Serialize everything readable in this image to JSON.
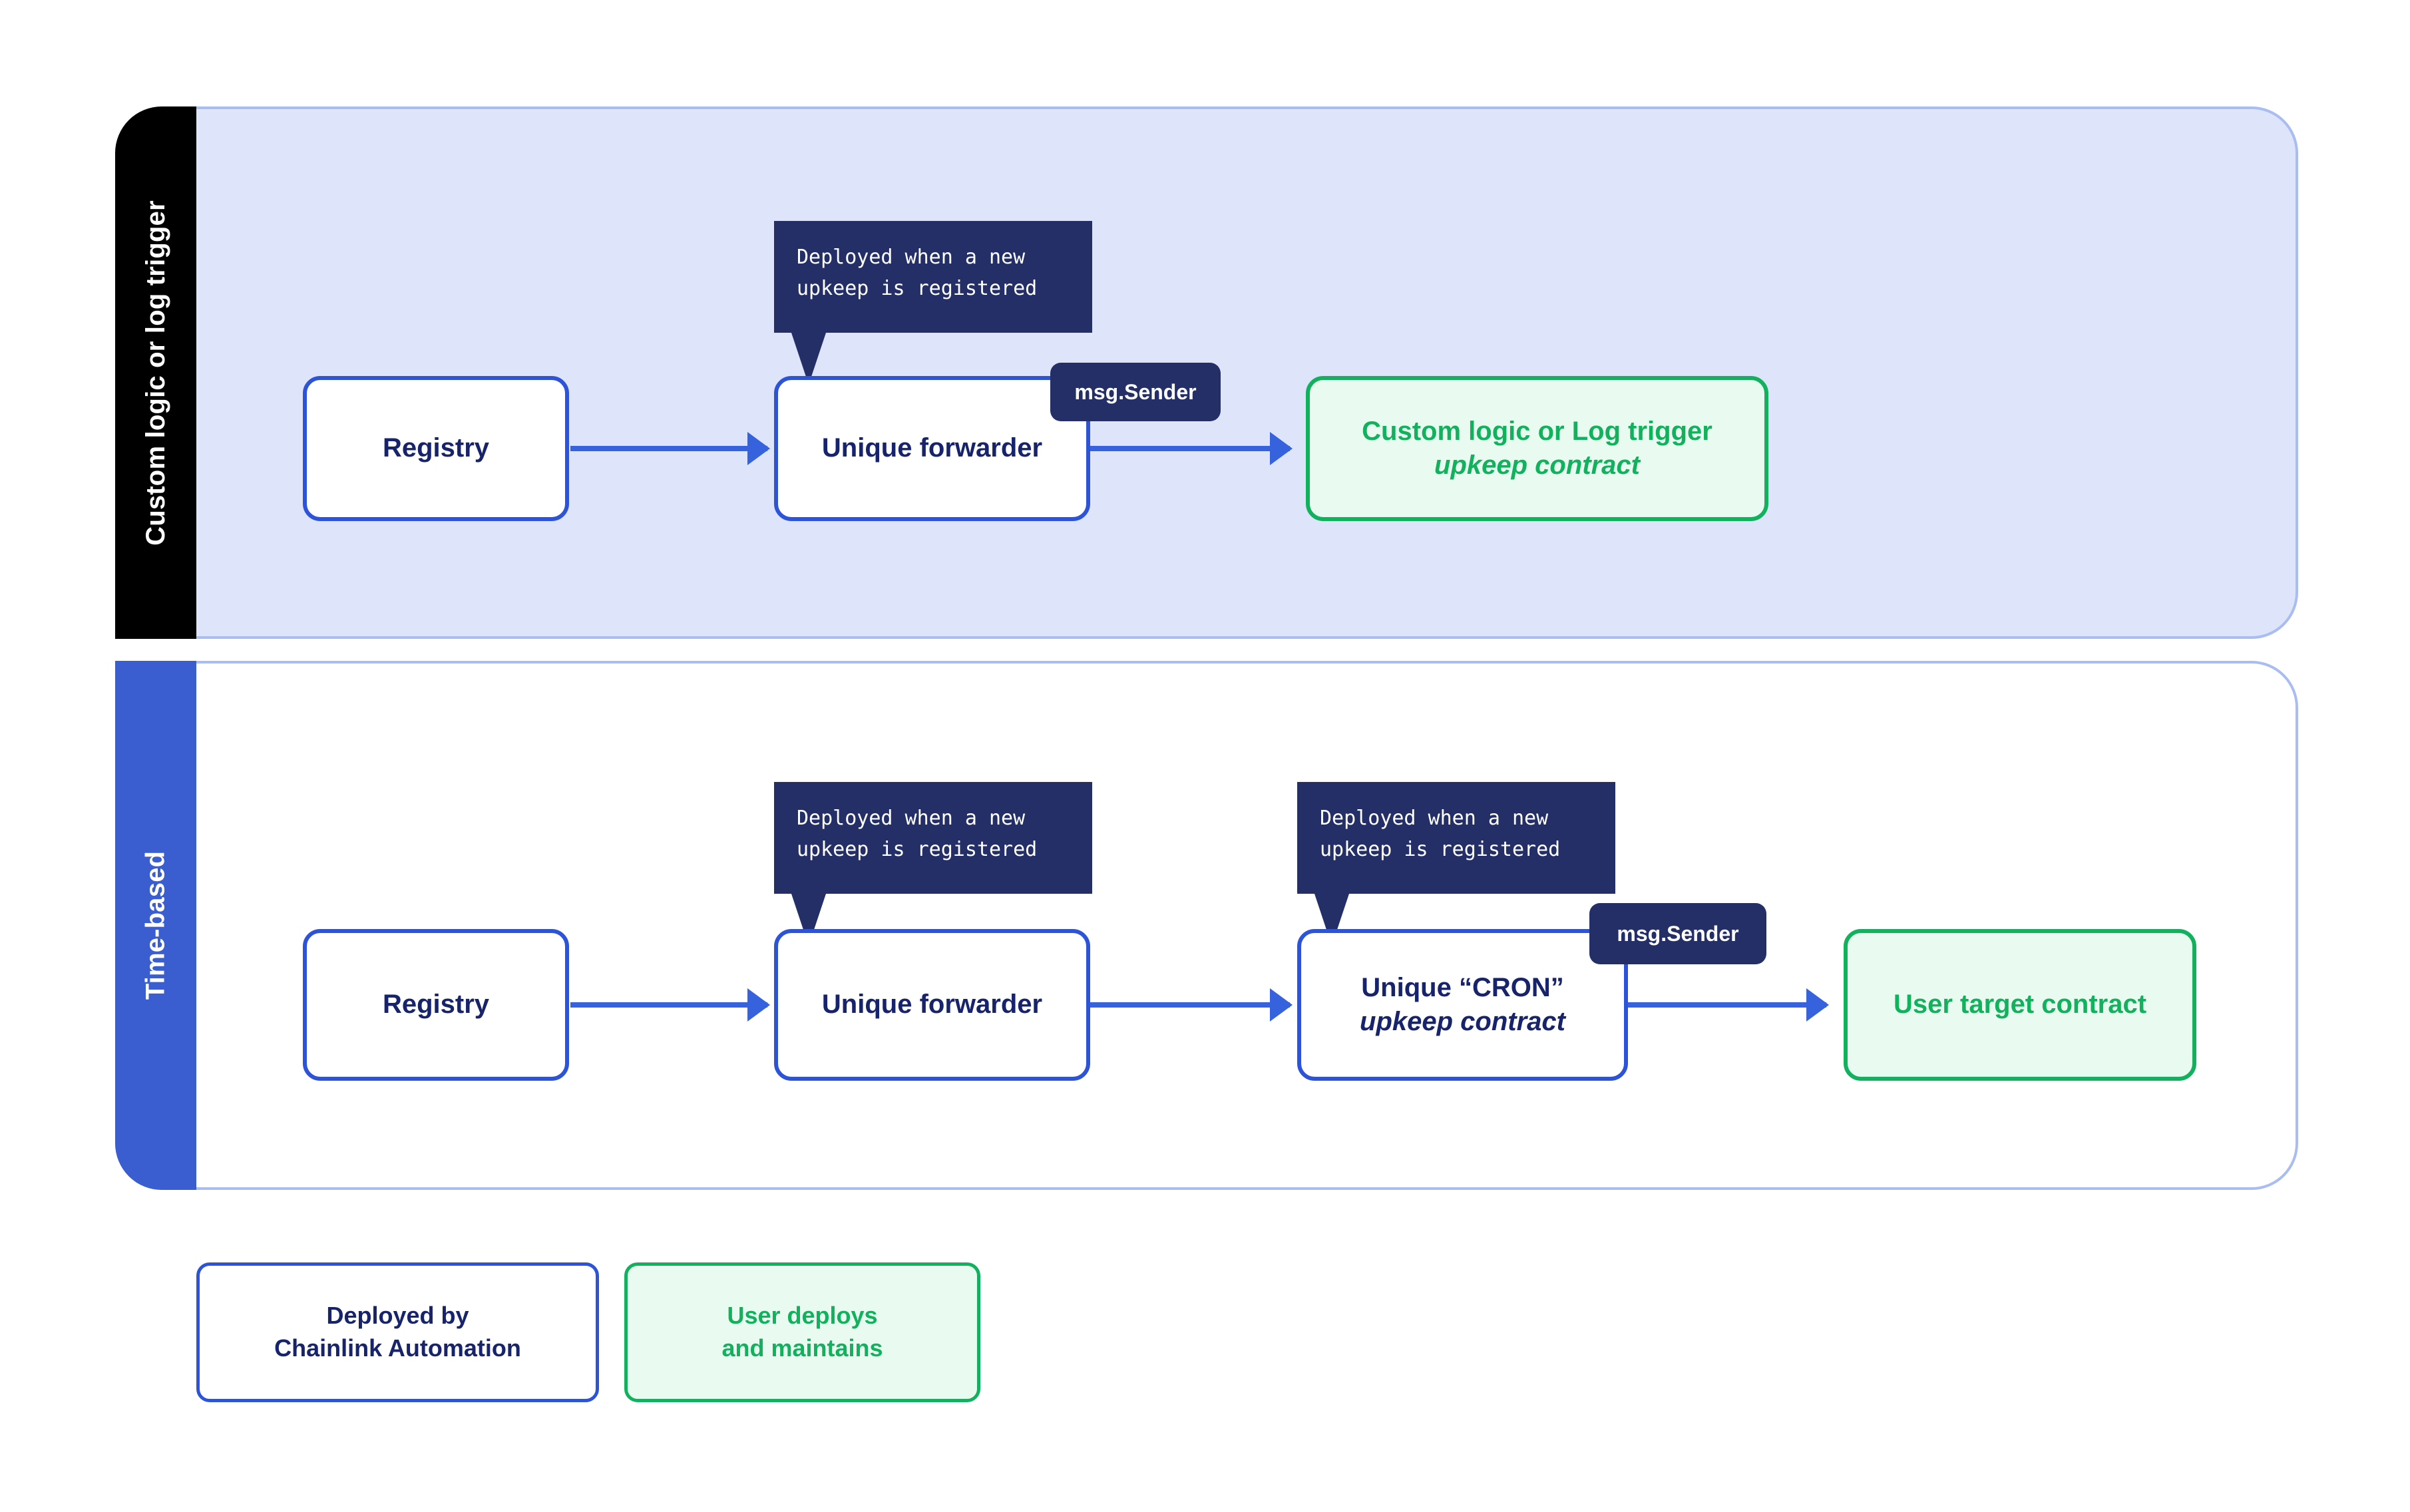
{
  "diagram": {
    "rows": [
      {
        "tab_label": "Custom logic or log trigger",
        "tab_color": "#000000",
        "panel_fill": "#dee5fa",
        "nodes": [
          {
            "id": "registry-1",
            "label": "Registry",
            "style": "blue"
          },
          {
            "id": "forwarder-1",
            "label": "Unique forwarder",
            "style": "blue"
          },
          {
            "id": "upkeep-1",
            "label_line1": "Custom logic or Log trigger",
            "label_line2": "upkeep contract",
            "style": "green"
          }
        ],
        "callouts": [
          {
            "id": "callout-forwarder-1",
            "text": "Deployed when a new\nupkeep is registered"
          }
        ],
        "pills": [
          {
            "id": "pill-msgsender-1",
            "label": "msg.Sender"
          }
        ]
      },
      {
        "tab_label": "Time-based",
        "tab_color": "#3a5dd0",
        "panel_fill": "#ffffff",
        "nodes": [
          {
            "id": "registry-2",
            "label": "Registry",
            "style": "blue"
          },
          {
            "id": "forwarder-2",
            "label": "Unique forwarder",
            "style": "blue"
          },
          {
            "id": "cron-2",
            "label_line1": "Unique “CRON”",
            "label_line2": "upkeep contract",
            "style": "blue"
          },
          {
            "id": "target-2",
            "label": "User target contract",
            "style": "green"
          }
        ],
        "callouts": [
          {
            "id": "callout-forwarder-2",
            "text": "Deployed when a new\nupkeep is registered"
          },
          {
            "id": "callout-cron-2",
            "text": "Deployed when a new\nupkeep is registered"
          }
        ],
        "pills": [
          {
            "id": "pill-msgsender-2",
            "label": "msg.Sender"
          }
        ]
      }
    ],
    "legend": [
      {
        "id": "legend-deployed-by-chainlink",
        "line1": "Deployed by",
        "line2": "Chainlink Automation",
        "style": "blue"
      },
      {
        "id": "legend-user-deploys",
        "line1": "User deploys",
        "line2": "and maintains",
        "style": "green"
      }
    ],
    "colors": {
      "accent_blue": "#2d54d8",
      "arrow_blue": "#3663dd",
      "navy_text": "#17246b",
      "callout_navy": "#232f66",
      "green": "#11b15e",
      "green_fill": "#e9fbf0",
      "panel_fill_blue": "#dee5fa",
      "panel_border": "#a9bdf2",
      "tab_black": "#000000",
      "tab_blue": "#3a5dd0"
    }
  }
}
